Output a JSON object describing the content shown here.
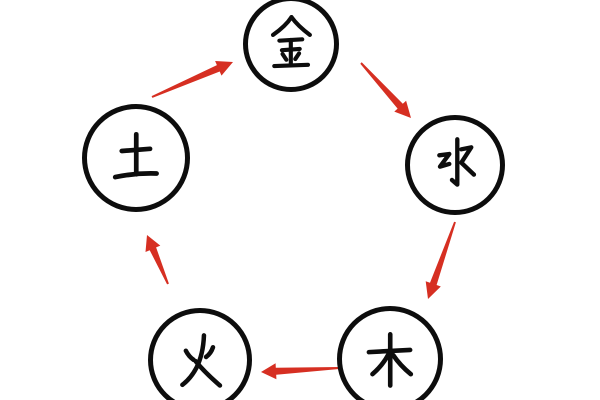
{
  "diagram": {
    "type": "cycle-diagram",
    "colors": {
      "background": "#ffffff",
      "ink": "#0d0d0d",
      "arrow": "#d62f22"
    },
    "nodes": [
      {
        "id": "metal",
        "character": "金"
      },
      {
        "id": "water",
        "character": "水"
      },
      {
        "id": "wood",
        "character": "木"
      },
      {
        "id": "fire",
        "character": "火"
      },
      {
        "id": "earth",
        "character": "土"
      }
    ],
    "edges": [
      {
        "from": "earth",
        "to": "metal"
      },
      {
        "from": "metal",
        "to": "water"
      },
      {
        "from": "water",
        "to": "wood"
      },
      {
        "from": "wood",
        "to": "fire"
      },
      {
        "from": "fire",
        "to": "earth"
      }
    ]
  }
}
